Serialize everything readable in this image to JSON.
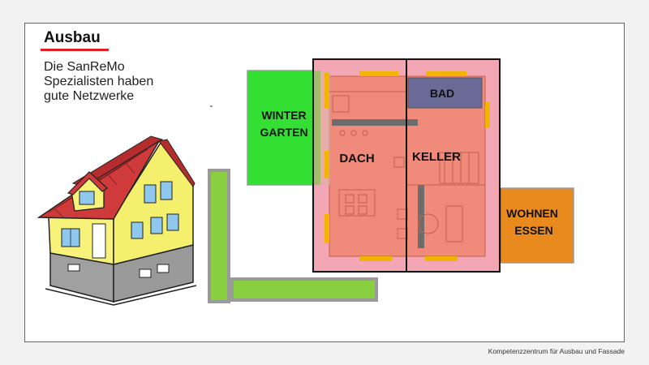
{
  "header": {
    "title": "Ausbau",
    "subtitle_lines": [
      "Die SanReMo",
      "Spezialisten haben",
      "gute Netzwerke"
    ]
  },
  "diagram": {
    "labels": {
      "wintergarten_line1": "WINTER",
      "wintergarten_line2": "GARTEN",
      "dach": "DACH",
      "keller": "KELLER",
      "bad": "BAD",
      "wohnen_line1": "WOHNEN",
      "wohnen_line2": "ESSEN"
    },
    "colors": {
      "wintergarten": "#33e033",
      "wohnen": "#e88a1e",
      "bad": "#6a6a96",
      "floor": "#f08a7a",
      "outer_wall": "#f3a7b5",
      "frame": "#111111",
      "accent_title": "#e02020",
      "garden_green": "#88d040"
    }
  },
  "footer": {
    "text": "Kompetenzzentrum für Ausbau und Fassade"
  }
}
